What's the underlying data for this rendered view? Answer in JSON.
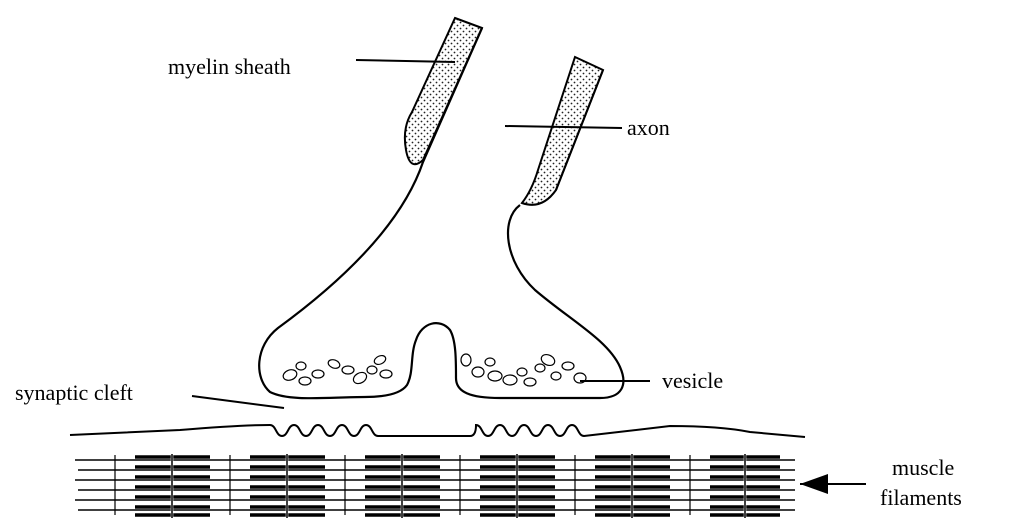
{
  "diagram": {
    "labels": {
      "myelin_sheath": "myelin sheath",
      "axon": "axon",
      "vesicle": "vesicle",
      "synaptic_cleft": "synaptic cleft",
      "muscle_line1": "muscle",
      "muscle_line2": "filaments"
    },
    "colors": {
      "ink": "#000000",
      "background": "#ffffff",
      "myelin_dots": "#222222"
    }
  }
}
